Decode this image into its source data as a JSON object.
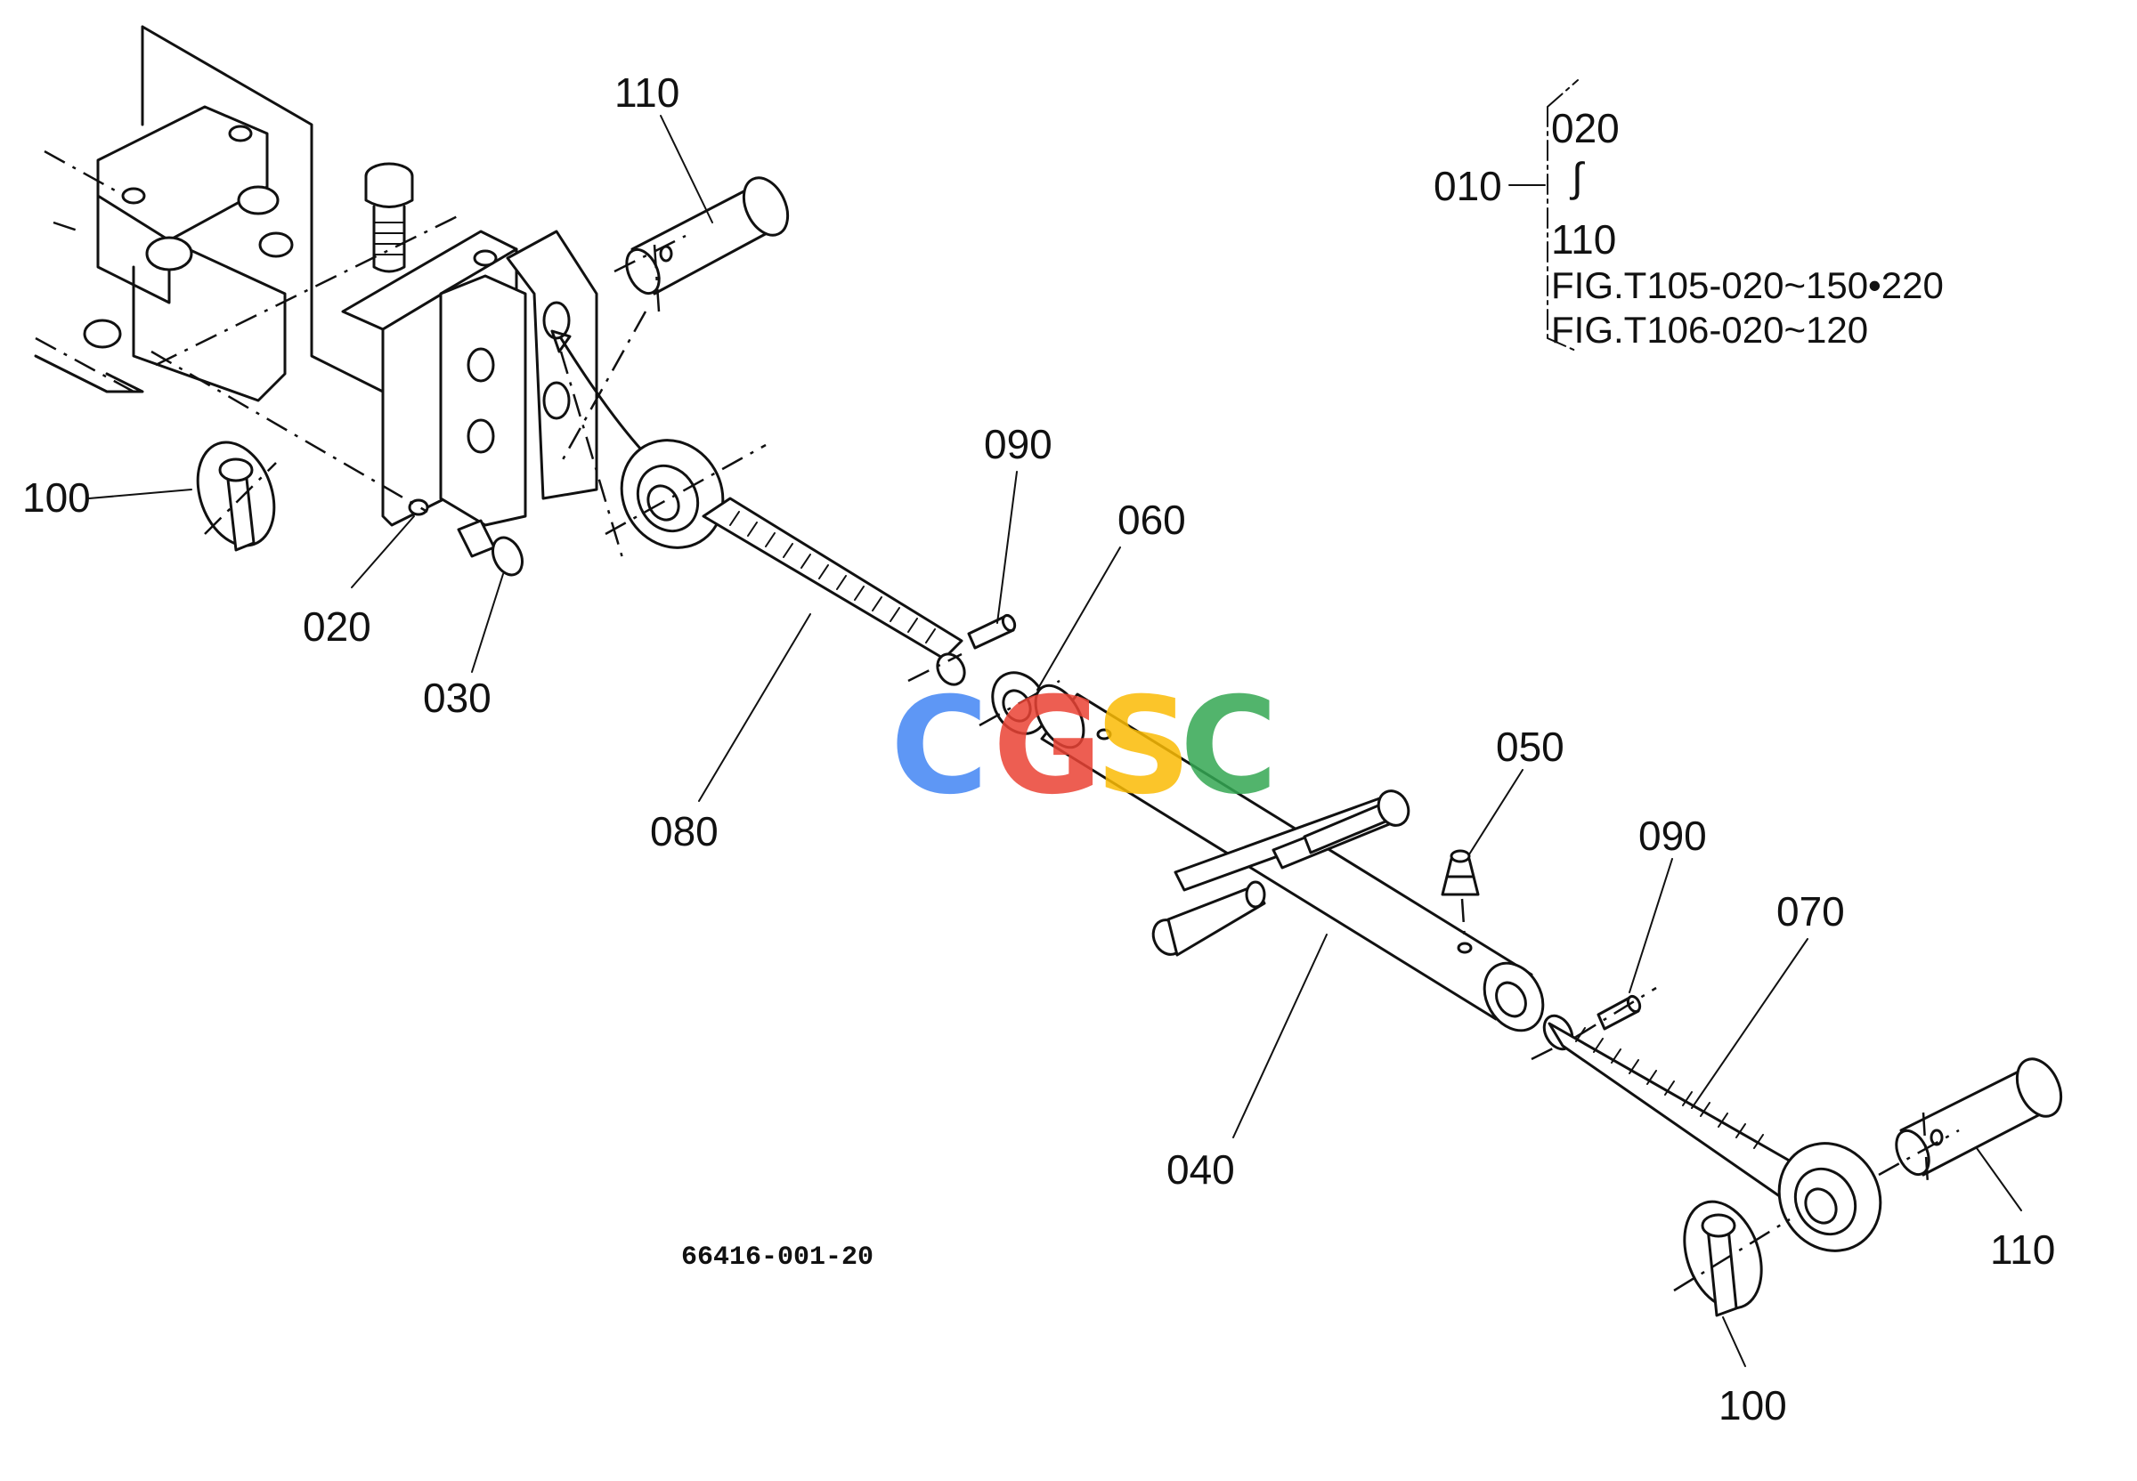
{
  "callouts": {
    "c110_top": "110",
    "c100_left": "100",
    "c020": "020",
    "c030": "030",
    "c090_top": "090",
    "c060": "060",
    "c080": "080",
    "c050": "050",
    "c090_right": "090",
    "c070": "070",
    "c040": "040",
    "c110_right": "110",
    "c100_bottom": "100"
  },
  "assembly_note": {
    "ref": "010",
    "range_start": "020",
    "range_symbol": "∫",
    "range_end": "110",
    "fig_line_1": "FIG.T105-020~150•220",
    "fig_line_2": "FIG.T106-020~120"
  },
  "drawing_code": "66416-001-20",
  "watermark": {
    "letters": [
      "C",
      "G",
      "S",
      "C"
    ],
    "colors": [
      "#4285F4",
      "#EA4335",
      "#FBBC05",
      "#34A853"
    ]
  }
}
